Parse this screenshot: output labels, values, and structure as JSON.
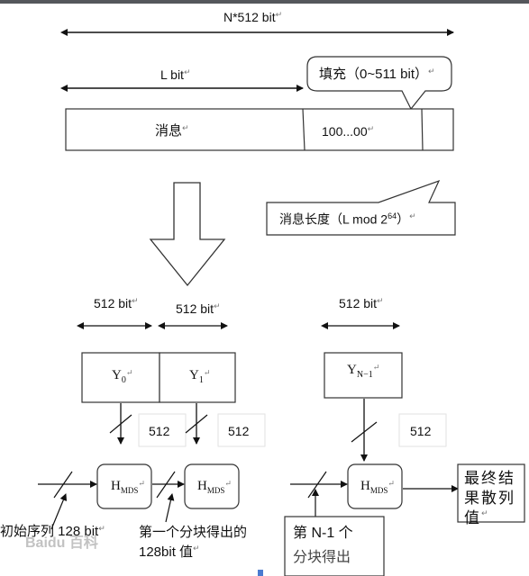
{
  "top": {
    "total_length": "N*512 bit",
    "message_length": "L   bit",
    "padding_callout": "填充（0~511 bit）"
  },
  "message_bar": {
    "message_label": "消息",
    "padding_bits": "100...00"
  },
  "length_callout": {
    "text": "消息长度（L mod  2",
    "exponent": "64",
    "close": "）"
  },
  "blocks": {
    "size_label_0": "512 bit",
    "size_label_1": "512 bit",
    "size_label_last": "512 bit",
    "y0": {
      "base": "Y",
      "sub": "0"
    },
    "y1": {
      "base": "Y",
      "sub": "1"
    },
    "ylast": {
      "base": "Y",
      "sub": "N−1"
    }
  },
  "bus_widths": {
    "w0": "512",
    "w1": "512",
    "wlast": "512"
  },
  "hash_units": {
    "h0": {
      "base": "H",
      "sub": "MDS"
    },
    "h1": {
      "base": "H",
      "sub": "MDS"
    },
    "hlast": {
      "base": "H",
      "sub": "MDS"
    }
  },
  "annotations": {
    "initial_sequence": "初始序列 128 bit",
    "first_block_output": "第一个分块得出的 128bit 值",
    "last_block_prefix": "第  N-1  个",
    "last_block_rest": "分块得出",
    "final_result": "最终结果散列值"
  },
  "watermark": "Baidu 百科",
  "colors": {
    "line": "#111111",
    "border": "#333333",
    "faint": "#dddddd",
    "accent": "#4a7bd0"
  }
}
